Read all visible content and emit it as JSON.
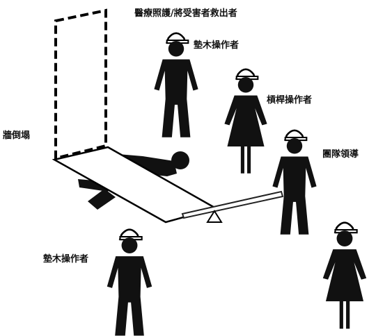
{
  "labels": {
    "title": "醫療照護/將受害者救出者",
    "collapsed_wall": "牆倒塌",
    "cribbing_operator_top": "墊木操作者",
    "lever_operator": "槓桿操作者",
    "team_leader": "團隊領導",
    "cribbing_operator_bottom": "墊木操作者"
  },
  "colors": {
    "figure": "#111111",
    "outline": "#000000",
    "background": "#ffffff"
  },
  "figures": [
    {
      "role": "cribbing-operator-top",
      "kind": "male",
      "icon": "person-icon"
    },
    {
      "role": "lever-operator",
      "kind": "female",
      "icon": "person-female-icon"
    },
    {
      "role": "team-leader",
      "kind": "male",
      "icon": "person-icon"
    },
    {
      "role": "cribbing-operator-bottom",
      "kind": "male",
      "icon": "person-icon"
    },
    {
      "role": "medical-rescuer",
      "kind": "female",
      "icon": "person-female-icon"
    }
  ]
}
